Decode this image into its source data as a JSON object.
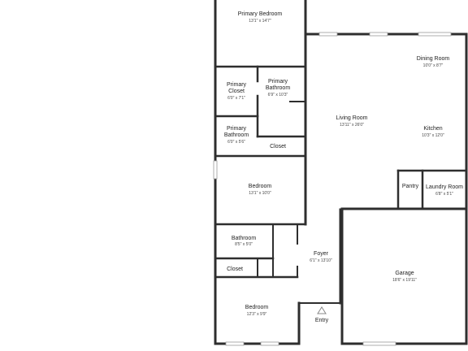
{
  "rooms": {
    "primary_bedroom": {
      "name": "Primary Bedroom",
      "dim": "13'1\" x 14'7\""
    },
    "primary_closet": {
      "name": "Primary Closet",
      "dim": "6'0\" x 7'1\""
    },
    "primary_bathroom_a": {
      "name": "Primary Bathroom",
      "dim": "6'9\" x 10'3\""
    },
    "primary_bathroom_b": {
      "name": "Primary Bathroom",
      "dim": "6'0\" x 5'6\""
    },
    "closet_upper": {
      "name": "Closet"
    },
    "bedroom_mid": {
      "name": "Bedroom",
      "dim": "13'1\" x 10'0\""
    },
    "bathroom": {
      "name": "Bathroom",
      "dim": "8'5\" x 5'0\""
    },
    "closet_lower": {
      "name": "Closet"
    },
    "bedroom_lower": {
      "name": "Bedroom",
      "dim": "12'3\" x 9'9\""
    },
    "foyer": {
      "name": "Foyer",
      "dim": "6'1\" x 13'10\""
    },
    "entry": {
      "name": "Entry"
    },
    "living_room": {
      "name": "Living Room",
      "dim": "13'11\" x 26'0\""
    },
    "dining_room": {
      "name": "Dining Room",
      "dim": "10'0\" x 8'7\""
    },
    "kitchen": {
      "name": "Kitchen",
      "dim": "10'3\" x 12'0\""
    },
    "pantry": {
      "name": "Pantry"
    },
    "laundry_room": {
      "name": "Laundry Room",
      "dim": "6'8\" x 5'1\""
    },
    "garage": {
      "name": "Garage",
      "dim": "18'6\" x 19'11\""
    }
  }
}
